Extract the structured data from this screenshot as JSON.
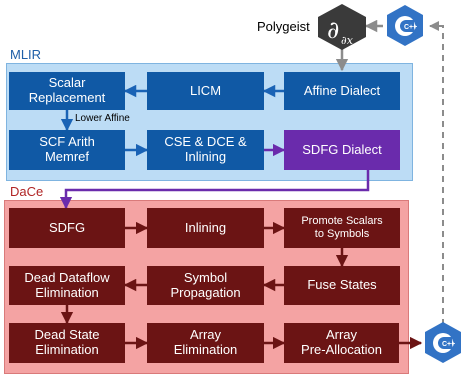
{
  "colors": {
    "mlir_bg": "#bcdcf5",
    "mlir_border": "#7fb4e0",
    "mlir_box": "#1059a5",
    "mlir_label": "#1f5fa8",
    "sdfg_dialect_box": "#6a2bac",
    "dace_bg": "#f4a3a3",
    "dace_border": "#d97a7a",
    "dace_box": "#6b1414",
    "dace_label": "#b02424",
    "arrow_blue": "#1a63b5",
    "arrow_purple": "#6a2bac",
    "arrow_red": "#6b1414",
    "arrow_gray": "#8c8c8c",
    "cpp_blue": "#3273c5"
  },
  "mlir": {
    "label": "MLIR",
    "boxes": {
      "scalar_replacement": "Scalar\nReplacement",
      "licm": "LICM",
      "affine_dialect": "Affine Dialect",
      "scf_arith_memref": "SCF Arith\nMemref",
      "cse_dce_inlining": "CSE & DCE &\nInlining",
      "sdfg_dialect": "SDFG Dialect"
    },
    "edge_lower_affine": "Lower Affine"
  },
  "dace": {
    "label": "DaCe",
    "boxes": {
      "sdfg": "SDFG",
      "inlining": "Inlining",
      "promote_scalars": "Promote Scalars\nto Symbols",
      "dead_dataflow": "Dead Dataflow\nElimination",
      "symbol_propagation": "Symbol\nPropagation",
      "fuse_states": "Fuse States",
      "dead_state": "Dead State\nElimination",
      "array_elimination": "Array\nElimination",
      "array_preallocation": "Array\nPre-Allocation"
    }
  },
  "polygeist": {
    "label": "Polygeist",
    "icon": "partial-derivative-hexagon-icon",
    "symbol": "∂",
    "subscript": "∂x"
  },
  "cpp_icons": {
    "top": "cpp-logo-icon",
    "bottom": "cpp-logo-icon",
    "text": "C++"
  }
}
